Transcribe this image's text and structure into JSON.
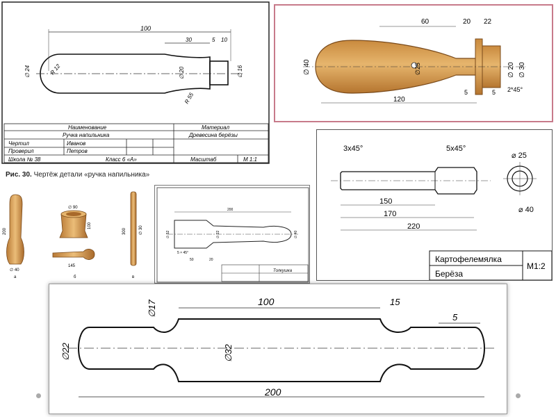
{
  "panel_a": {
    "dims": {
      "d100": "100",
      "d30": "30",
      "d5": "5",
      "d10": "10",
      "d24": "∅ 24",
      "r12": "R 12",
      "d20": "∅ 20",
      "d16": "∅ 16",
      "r55": "R 55"
    },
    "title_block": {
      "name_header": "Наименование",
      "material_header": "Материал",
      "part_name": "Ручка напильника",
      "material": "Древесина берёзы",
      "drew_label": "Чертил",
      "drew_name": "Иванов",
      "checked_label": "Проверил",
      "checked_name": "Петров",
      "school": "Школа № 38",
      "class": "Класс 6 «А»",
      "scale_label": "Масштаб",
      "scale": "М 1:1"
    },
    "caption_bold": "Рис. 30.",
    "caption_text": " Чертёж детали «ручка напильника»"
  },
  "panel_b": {
    "dims": {
      "d60": "60",
      "d20": "20",
      "d22": "22",
      "d40": "∅ 40",
      "d25": "∅25",
      "d20v": "∅ 20",
      "d30": "∅ 30",
      "d120": "120",
      "d5": "5",
      "d5b": "5",
      "chamfer": "2*45°"
    }
  },
  "panel_c": {
    "dims": {
      "ch1": "3x45°",
      "ch2": "5x45°",
      "d25": "⌀ 25",
      "d40": "⌀ 40",
      "d150": "150",
      "d170": "170",
      "d220": "220"
    },
    "title_block": {
      "name": "Картофелемялка",
      "material": "Берёза",
      "scale": "М1:2"
    }
  },
  "panel_d": {
    "labels": {
      "len200": "200",
      "dia40": "∅ 40",
      "dia90": "∅ 90",
      "h100": "100",
      "len145": "145",
      "len300": "300",
      "dia30": "∅ 30",
      "la": "а",
      "lb": "б",
      "lc": "в"
    }
  },
  "panel_e": {
    "dims": {
      "d200": "200",
      "d52": "∅ 52",
      "d22": "∅ 22",
      "d40": "∅ 40",
      "ch": "5 × 45°",
      "d50": "50",
      "d20": "20"
    },
    "title": "Толкушка"
  },
  "panel_f": {
    "dims": {
      "d17": "∅17",
      "d100": "100",
      "d15": "15",
      "d5": "5",
      "d22": "∅22",
      "d32": "∅32",
      "d200": "200"
    }
  },
  "colors": {
    "wood": "#d9a45a",
    "wood_dark": "#a8692a",
    "frame_accent": "#c77a8a"
  }
}
